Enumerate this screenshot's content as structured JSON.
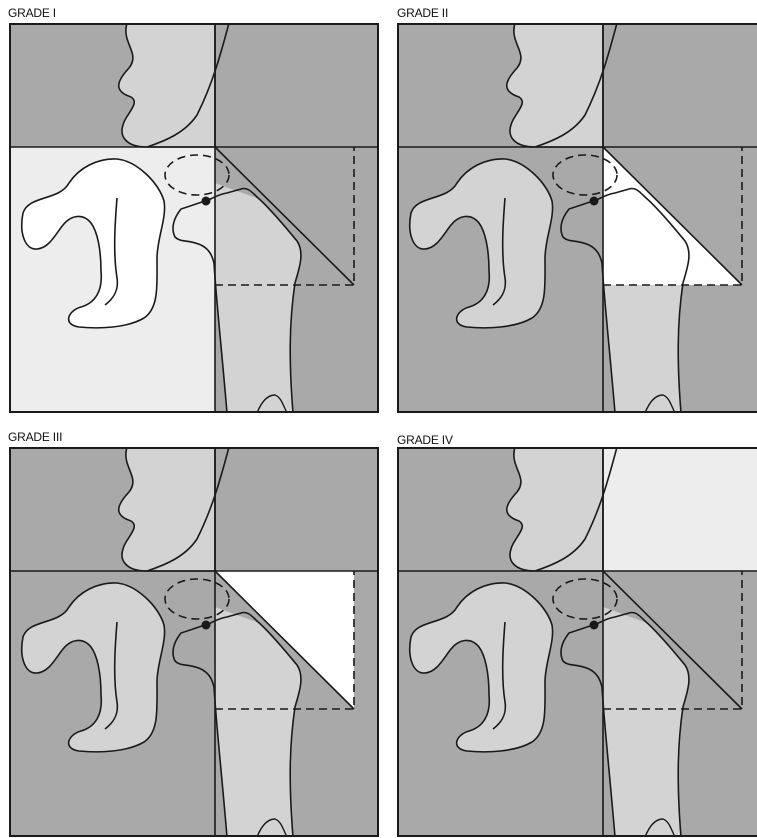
{
  "panels": [
    {
      "label": "GRADE I",
      "bright_quadrant": "bottom-left",
      "wedge_fill": "none"
    },
    {
      "label": "GRADE II",
      "bright_quadrant": "none",
      "wedge_fill": "full"
    },
    {
      "label": "GRADE III",
      "bright_quadrant": "none",
      "wedge_fill": "partial"
    },
    {
      "label": "GRADE IV",
      "bright_quadrant": "top-right",
      "wedge_fill": "none"
    }
  ],
  "colors": {
    "dark": "#a9a9a9",
    "light": "#d3d3d3",
    "pale": "#ededed",
    "white": "#ffffff",
    "line": "#1a1a1a"
  }
}
